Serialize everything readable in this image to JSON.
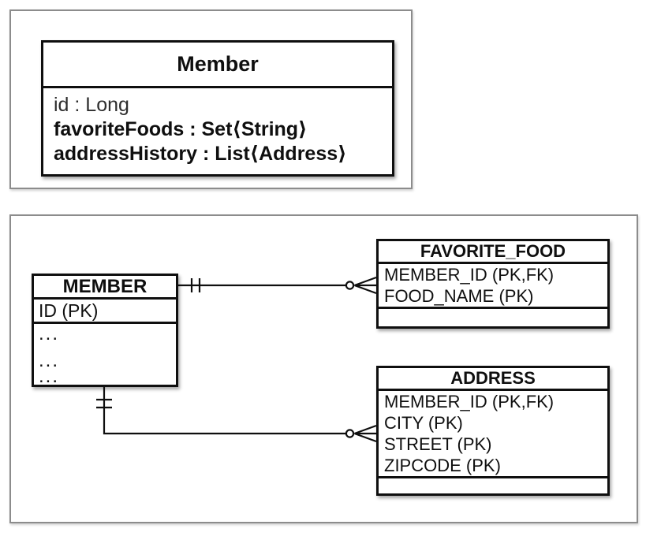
{
  "uml": {
    "title": "Member",
    "attributes": [
      {
        "text": "id : Long"
      },
      {
        "text": "favoriteFoods : Set⟨String⟩"
      },
      {
        "text": "addressHistory : List⟨Address⟩"
      }
    ]
  },
  "erd": {
    "member": {
      "title": "MEMBER",
      "key_row": "ID (PK)",
      "ellipsis_rows": [
        "...",
        "...",
        "..."
      ]
    },
    "favorite_food": {
      "title": "FAVORITE_FOOD",
      "rows": [
        "MEMBER_ID (PK,FK)",
        "FOOD_NAME (PK)"
      ]
    },
    "address": {
      "title": "ADDRESS",
      "rows": [
        "MEMBER_ID (PK,FK)",
        "CITY (PK)",
        "STREET (PK)",
        "ZIPCODE (PK)"
      ]
    },
    "relationships": [
      {
        "from": "MEMBER",
        "to": "FAVORITE_FOOD",
        "from_cardinality": "exactly-one",
        "to_cardinality": "zero-or-many"
      },
      {
        "from": "MEMBER",
        "to": "ADDRESS",
        "from_cardinality": "exactly-one",
        "to_cardinality": "zero-or-many"
      }
    ]
  },
  "colors": {
    "background": "#ffffff",
    "outer_border": "#8c8c8c",
    "box_border": "#0f0f0f",
    "text": "#0f0f0f"
  }
}
